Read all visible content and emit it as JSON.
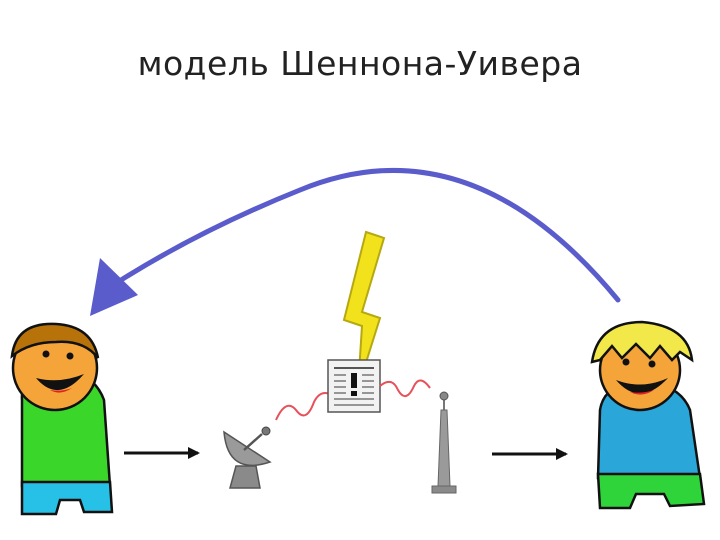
{
  "title": "модель Шеннона-Уивера",
  "colors": {
    "feedback_arrow": "#5a5ccc",
    "lightning": "#f2e21c",
    "noise_wave": "#e8505a",
    "sender_shirt": "#3bd62a",
    "sender_pants": "#27c0e6",
    "sender_hair": "#b8720a",
    "receiver_shirt": "#2aa6d8",
    "receiver_pants": "#2ed43a",
    "receiver_hair": "#f2e84a",
    "skin": "#f5a43a",
    "device_gray": "#9a9a9a"
  },
  "elements": {
    "sender": "sender-person",
    "transmitter": "satellite-dish-icon",
    "channel": "newspaper-icon",
    "noise": "lightning-icon",
    "receiver_device": "antenna-icon",
    "receiver": "receiver-person"
  }
}
